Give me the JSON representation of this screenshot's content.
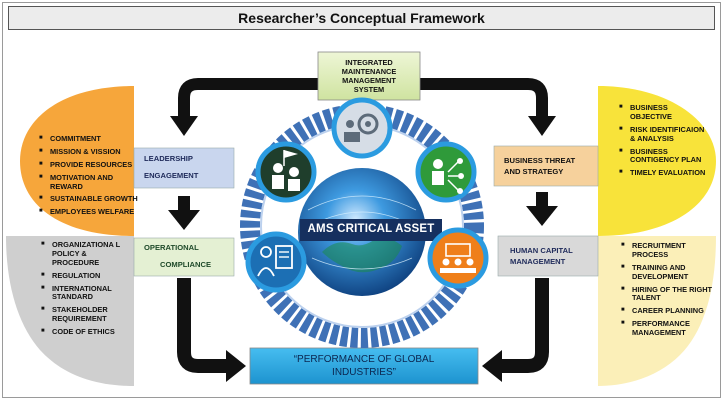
{
  "title": "Researcher’s Conceptual Framework",
  "top_box": {
    "lines": [
      "INTEGRATED",
      "MAINTENANCE",
      "MANAGEMENT",
      "SYSTEM"
    ]
  },
  "left_nodes": {
    "leadership": [
      "LEADERSHIP",
      "ENGAGEMENT"
    ],
    "operational": [
      "OPERATIONAL",
      "COMPLIANCE"
    ]
  },
  "right_nodes": {
    "business_threat": [
      "BUSINESS THREAT",
      "AND STRATEGY"
    ],
    "human_capital": [
      "HUMAN CAPITAL",
      "MANAGEMENT"
    ]
  },
  "center": {
    "label": "AMS CRITICAL ASSET"
  },
  "bottom_box": {
    "lines": [
      "“PERFORMANCE OF GLOBAL",
      "INDUSTRIES”"
    ]
  },
  "left_upper_list": [
    "COMMITMENT",
    "MISSION & VISSION",
    "PROVIDE RESOURCES",
    "MOTIVATION AND REWARD",
    "SUSTAINABLE GROWTH",
    "EMPLOYEES WELFARE"
  ],
  "left_lower_list": [
    "ORGANIZATIONA L POLICY & PROCEDURE",
    "REGULATION",
    "INTERNATIONAL STANDARD",
    "STAKEHOLDER REQUIREMENT",
    "CODE OF ETHICS"
  ],
  "right_upper_list": [
    "BUSINESS OBJECTIVE",
    "RISK IDENTIFICAION & ANALYSIS",
    "BUSINESS CONTIGENCY PLAN",
    "TIMELY EVALUATION"
  ],
  "right_lower_list": [
    "RECRUITMENT PROCESS",
    "TRAINING AND DEVELOPMENT",
    "HIRING OF THE RIGHT TALENT",
    "CAREER PLANNING",
    "PERFORMANCE MANAGEMENT"
  ],
  "icons": [
    "maintenance-gear-icon",
    "team-flag-icon",
    "org-network-icon",
    "compliance-document-icon",
    "meeting-team-icon"
  ],
  "colors": {
    "orange": "#f6a63b",
    "grey": "#cfcfcf",
    "yellow": "#f8e33a",
    "cream": "#fbefb8",
    "globe": "#1f6fb0",
    "ring": "#3f71b6",
    "label_bg": "#16305f",
    "bottom_box": "#29a8e0",
    "left_node_blue": "#c9d6ee",
    "left_node_green": "#e4f0d3",
    "right_node_orange": "#f6d19c",
    "right_node_grey": "#d9d9d9"
  }
}
